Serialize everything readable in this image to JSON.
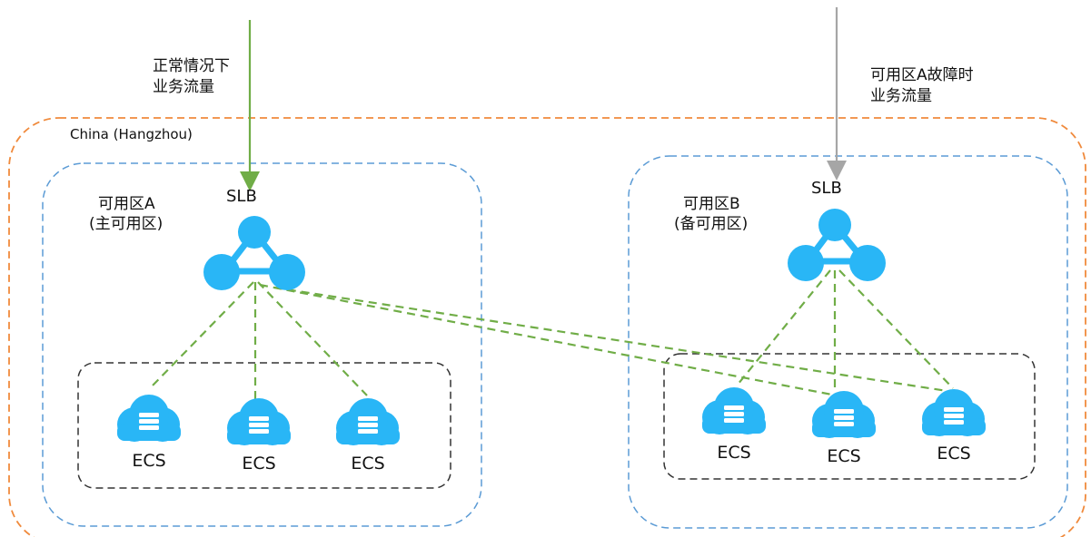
{
  "region": {
    "label": "China (Hangzhou)"
  },
  "traffic": {
    "normal": {
      "line1": "正常情况下",
      "line2": "业务流量"
    },
    "failover": {
      "line1": "可用区A故障时",
      "line2": "业务流量"
    }
  },
  "zones": {
    "a": {
      "line1": "可用区A",
      "line2": "(主可用区)",
      "slb_label": "SLB",
      "ecs_labels": [
        "ECS",
        "ECS",
        "ECS"
      ]
    },
    "b": {
      "line1": "可用区B",
      "line2": "(备可用区)",
      "slb_label": "SLB",
      "ecs_labels": [
        "ECS",
        "ECS",
        "ECS"
      ]
    }
  },
  "colors": {
    "region_border": "#f08a3c",
    "zone_border": "#5b9bd5",
    "group_border": "#333333",
    "normal_flow": "#70ad47",
    "failover_flow": "#a6a6a6",
    "link": "#70ad47",
    "icon": "#29b6f6"
  }
}
